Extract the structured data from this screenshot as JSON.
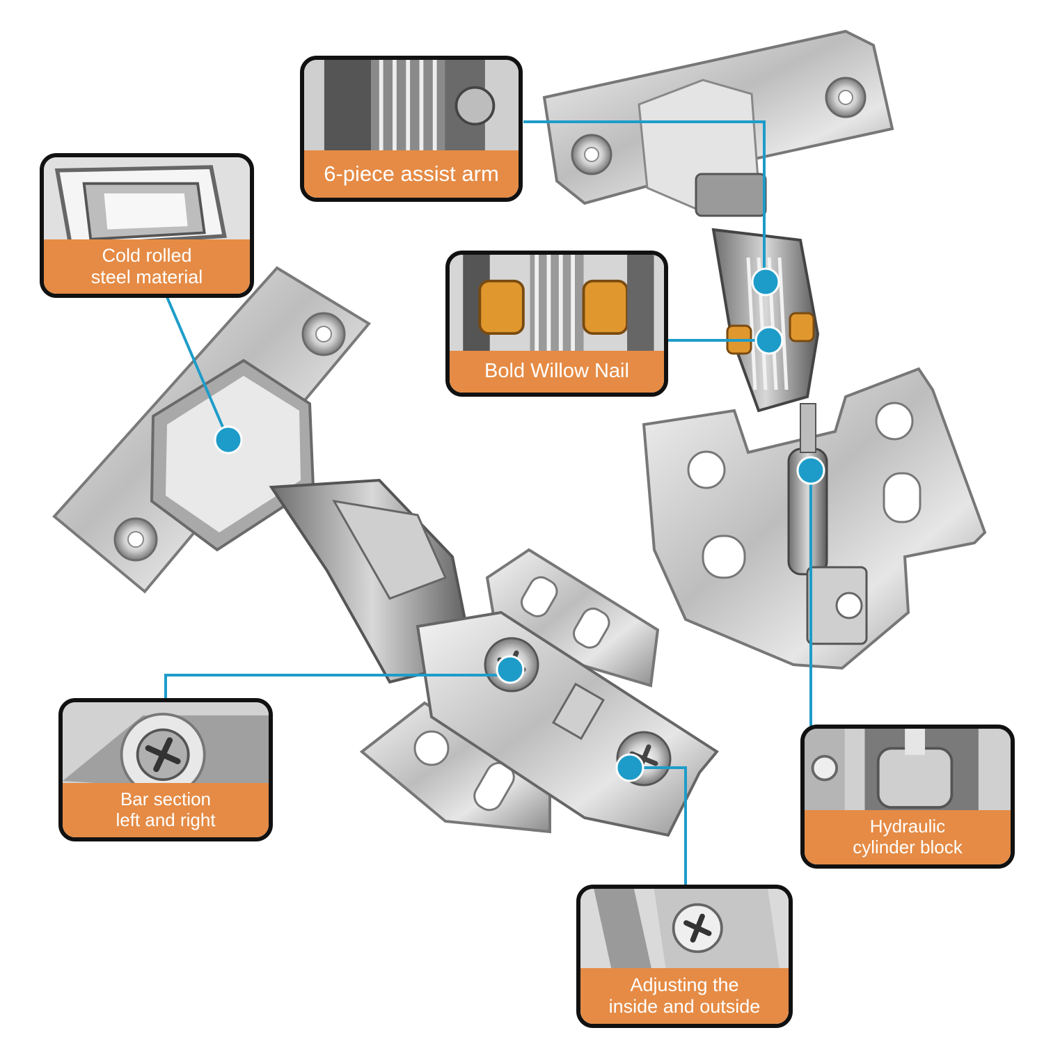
{
  "colors": {
    "accent": "#1e9cc9",
    "label_bg": "#e58b45",
    "label_text": "#ffffff",
    "frame": "#111111",
    "roller": "#e0982e"
  },
  "callouts": {
    "assist_arm": {
      "label": "6-piece assist arm"
    },
    "cold_rolled": {
      "label": "Cold rolled\nsteel material"
    },
    "willow_nail": {
      "label": "Bold Willow Nail"
    },
    "bar_section": {
      "label": "Bar section\nleft and right"
    },
    "hydraulic": {
      "label": "Hydraulic\ncylinder block"
    },
    "adjusting": {
      "label": "Adjusting the\ninside and outside"
    }
  }
}
